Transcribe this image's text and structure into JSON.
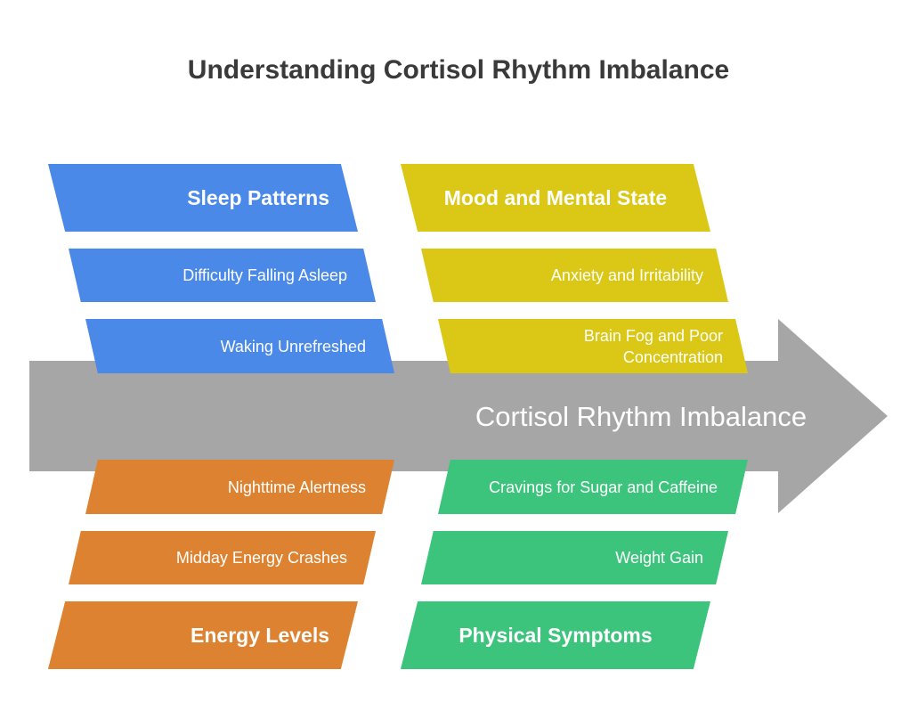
{
  "title": "Understanding Cortisol Rhythm Imbalance",
  "spine": {
    "label": "Cortisol Rhythm Imbalance",
    "color": "#a6a6a6"
  },
  "categories": {
    "sleep": {
      "label": "Sleep Patterns",
      "color": "#4a89e8",
      "items": [
        "Difficulty Falling Asleep",
        "Waking Unrefreshed"
      ]
    },
    "mood": {
      "label": "Mood and Mental State",
      "color": "#dbc715",
      "items": [
        "Anxiety and Irritability",
        "Brain Fog and Poor Concentration"
      ]
    },
    "energy": {
      "label": "Energy Levels",
      "color": "#dd8230",
      "items": [
        "Nighttime Alertness",
        "Midday Energy Crashes"
      ]
    },
    "physical": {
      "label": "Physical Symptoms",
      "color": "#3cc47c",
      "items": [
        "Cravings for Sugar and Caffeine",
        "Weight Gain"
      ]
    }
  }
}
